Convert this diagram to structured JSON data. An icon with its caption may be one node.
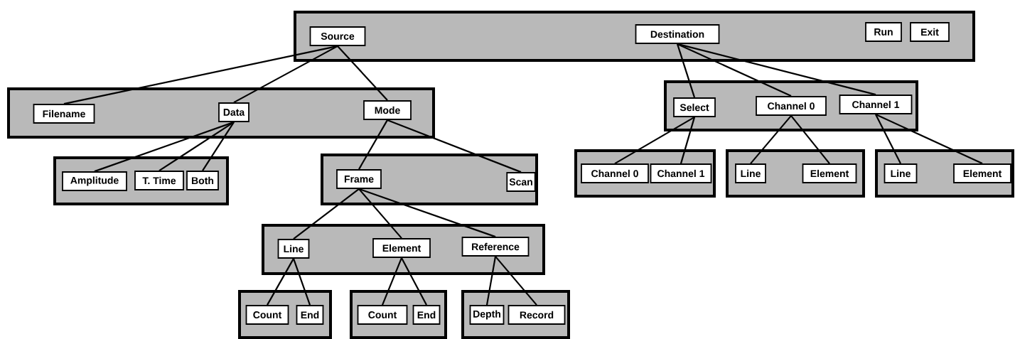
{
  "diagram": {
    "nodes": [
      {
        "text": [],
        "shape": "box"
      },
      {
        "text": [
          "Source"
        ],
        "in": 0
      },
      {
        "text": [
          "Destination"
        ],
        "in": 0
      },
      {
        "text": [
          "Run"
        ],
        "in": 0
      },
      {
        "text": [
          "Exit"
        ],
        "in": 0
      },
      {
        "text": [],
        "shape": "box"
      },
      {
        "text": [
          "Filename"
        ],
        "in": 5
      },
      {
        "text": [
          "Data"
        ],
        "in": 5
      },
      {
        "text": [
          "Mode"
        ],
        "in": 5
      },
      {
        "text": [],
        "shape": "box"
      },
      {
        "text": [
          "Select"
        ],
        "in": 9
      },
      {
        "text": [
          "Channel 0"
        ],
        "in": 9
      },
      {
        "text": [
          "Channel 1"
        ],
        "in": 9
      },
      {
        "text": [],
        "shape": "box"
      },
      {
        "text": [
          "Amplitude"
        ],
        "in": 13
      },
      {
        "text": [
          "T. Time"
        ],
        "in": 13
      },
      {
        "text": [
          "Both"
        ],
        "in": 13
      },
      {
        "text": [],
        "shape": "box"
      },
      {
        "text": [
          "Frame"
        ],
        "in": 17
      },
      {
        "text": [
          "Scan"
        ],
        "in": 17
      },
      {
        "text": [],
        "shape": "box"
      },
      {
        "text": [
          "Channel 0"
        ],
        "in": 20
      },
      {
        "text": [
          "Channel 1"
        ],
        "in": 20
      },
      {
        "text": [],
        "shape": "box"
      },
      {
        "text": [
          "Line"
        ],
        "in": 23
      },
      {
        "text": [
          "Element"
        ],
        "in": 23
      },
      {
        "text": [],
        "shape": "box"
      },
      {
        "text": [
          "Line"
        ],
        "in": 26
      },
      {
        "text": [
          "Element"
        ],
        "in": 26
      },
      {
        "text": [],
        "shape": "box"
      },
      {
        "text": [
          "Line"
        ],
        "in": 29
      },
      {
        "text": [
          "Element"
        ],
        "in": 29
      },
      {
        "text": [
          "Reference"
        ],
        "in": 29
      },
      {
        "text": [],
        "shape": "box"
      },
      {
        "text": [
          "Count"
        ],
        "in": 33
      },
      {
        "text": [
          "End"
        ],
        "in": 33
      },
      {
        "text": [],
        "shape": "box"
      },
      {
        "text": [
          "Count"
        ],
        "in": 36
      },
      {
        "text": [
          "End"
        ],
        "in": 36
      },
      {
        "text": [],
        "shape": "box"
      },
      {
        "text": [
          "Depth"
        ],
        "in": 39
      },
      {
        "text": [
          "Record"
        ],
        "in": 39
      }
    ],
    "edges": [
      {
        "from": 1,
        "to": 6,
        "arrow": "none"
      },
      {
        "from": 1,
        "to": 7,
        "arrow": "none"
      },
      {
        "from": 1,
        "to": 8,
        "arrow": "none"
      },
      {
        "from": 7,
        "to": 14,
        "arrow": "none"
      },
      {
        "from": 7,
        "to": 15,
        "arrow": "none"
      },
      {
        "from": 7,
        "to": 16,
        "arrow": "none"
      },
      {
        "from": 8,
        "to": 18,
        "arrow": "none"
      },
      {
        "from": 8,
        "to": 19,
        "arrow": "none"
      },
      {
        "from": 18,
        "to": 30,
        "arrow": "none"
      },
      {
        "from": 18,
        "to": 31,
        "arrow": "none"
      },
      {
        "from": 18,
        "to": 32,
        "arrow": "none"
      },
      {
        "from": 30,
        "to": 34,
        "arrow": "none"
      },
      {
        "from": 30,
        "to": 35,
        "arrow": "none"
      },
      {
        "from": 31,
        "to": 37,
        "arrow": "none"
      },
      {
        "from": 31,
        "to": 38,
        "arrow": "none"
      },
      {
        "from": 32,
        "to": 40,
        "arrow": "none"
      },
      {
        "from": 32,
        "to": 41,
        "arrow": "none"
      },
      {
        "from": 2,
        "to": 10,
        "arrow": "none"
      },
      {
        "from": 2,
        "to": 11,
        "arrow": "none"
      },
      {
        "from": 2,
        "to": 12,
        "arrow": "none"
      },
      {
        "from": 10,
        "to": 21,
        "arrow": "none"
      },
      {
        "from": 10,
        "to": 22,
        "arrow": "none"
      },
      {
        "from": 11,
        "to": 24,
        "arrow": "none"
      },
      {
        "from": 11,
        "to": 25,
        "arrow": "none"
      },
      {
        "from": 12,
        "to": 27,
        "arrow": "none"
      },
      {
        "from": 12,
        "to": 28,
        "arrow": "none"
      }
    ]
  }
}
